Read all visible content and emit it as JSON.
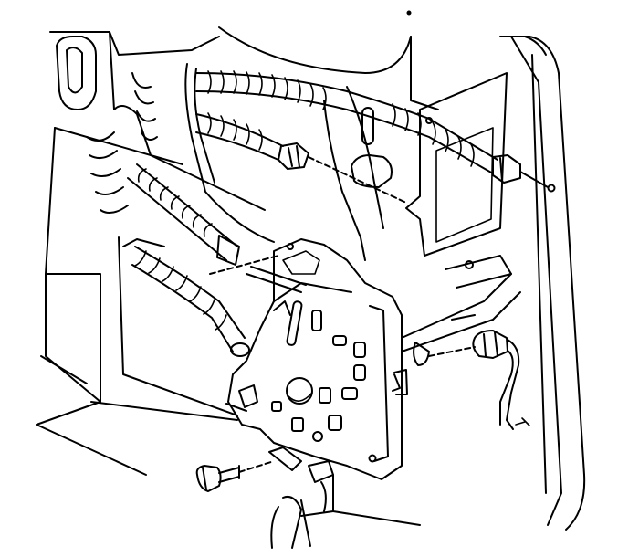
{
  "diagram": {
    "background": "#ffffff",
    "ink": "#000000",
    "parts": [
      "door-inner-panel",
      "door-hinge-pillar",
      "window-regulator-plate",
      "lower-cable-conduit",
      "upper-cable-conduit",
      "rear-cable-conduit",
      "cable-end-fitting",
      "electrical-connector",
      "wiring-harness",
      "mounting-bolt"
    ]
  }
}
